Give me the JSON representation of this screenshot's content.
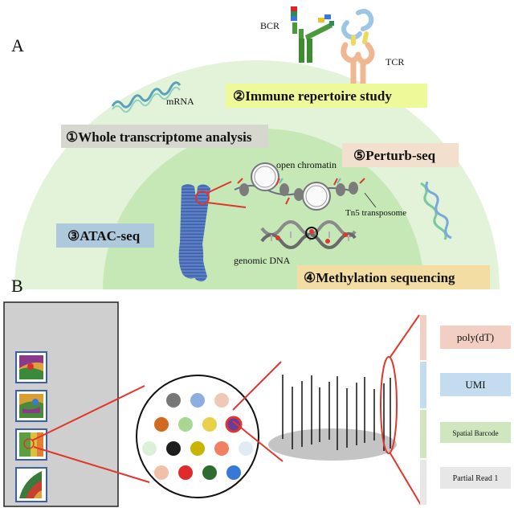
{
  "panel_a": {
    "letter": "A",
    "labels": {
      "bcr": "BCR",
      "tcr": "TCR",
      "mrna": "mRNA",
      "open_chromatin": "open chromatin",
      "tn5": "Tn5 transposome",
      "genomic_dna": "genomic DNA"
    },
    "boxes": {
      "whole_transcriptome": "①Whole transcriptome analysis",
      "immune_repertoire": "②Immune repertoire study",
      "atac": "③ATAC-seq",
      "methylation": "④Methylation sequencing",
      "perturb": "⑤Perturb-seq"
    },
    "colors": {
      "outer_arc": "#e2f3d9",
      "inner_arc": "#c6e7b6",
      "whole_box": "#d6d8cf",
      "immune_box": "#eef99a",
      "atac_box": "#aec8dc",
      "methyl_box": "#f3dda3",
      "perturb_box": "#f3dfcd"
    }
  },
  "panel_b": {
    "letter": "B",
    "segments": {
      "polydt": "poly(dT)",
      "umi": "UMI",
      "spatial_barcode": "Spatial Barcode",
      "partial_read": "Partial Read 1"
    },
    "colors": {
      "polydt": "#f3cfc3",
      "umi": "#c4dcef",
      "spatial": "#cfe6be",
      "partial": "#e7e7e7",
      "slide_bg": "#cfcfcf",
      "zoom_line": "#e0362c"
    },
    "spot_colors": [
      "#777777",
      "#8caee0",
      "#f0c8b8",
      "#d2691e",
      "#a8d890",
      "#e8d24a",
      "#6a3d9a",
      "#dcefd8",
      "#1e1e1e",
      "#c9b400",
      "#f08060",
      "#e0ebf5",
      "#f0c0a8",
      "#e02b2b",
      "#2e6b2e",
      "#3a78d8"
    ]
  }
}
